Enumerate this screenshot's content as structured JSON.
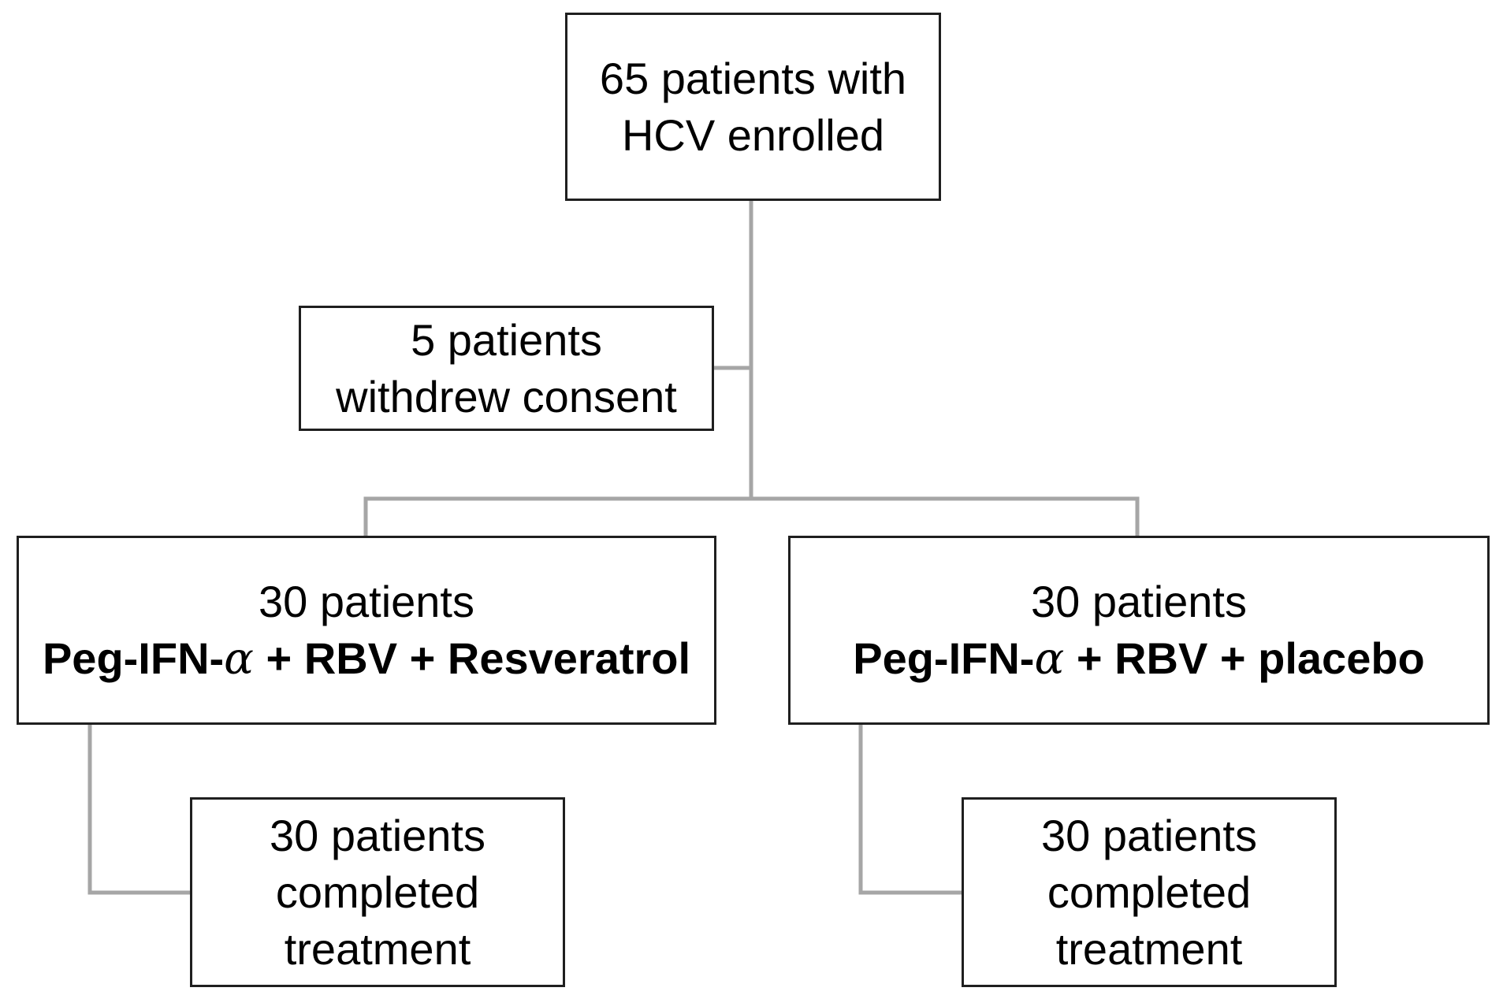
{
  "diagram": {
    "enrolled": {
      "line1": "65 patients with",
      "line2": "HCV enrolled"
    },
    "withdrawn": {
      "line1": "5 patients",
      "line2": "withdrew consent"
    },
    "arm_resveratrol": {
      "count": "30 patients",
      "regimen_prefix": "Peg-IFN-",
      "alpha": "α",
      "regimen_suffix": " + RBV + Resveratrol"
    },
    "arm_placebo": {
      "count": "30 patients",
      "regimen_prefix": "Peg-IFN-",
      "alpha": "α",
      "regimen_suffix": " + RBV + placebo"
    },
    "completed_resveratrol": {
      "line1": "30 patients",
      "line2": "completed",
      "line3": "treatment"
    },
    "completed_placebo": {
      "line1": "30 patients",
      "line2": "completed",
      "line3": "treatment"
    },
    "colors": {
      "box_border": "#1f1f1f",
      "connector": "#a6a6a6",
      "text": "#000000"
    }
  }
}
